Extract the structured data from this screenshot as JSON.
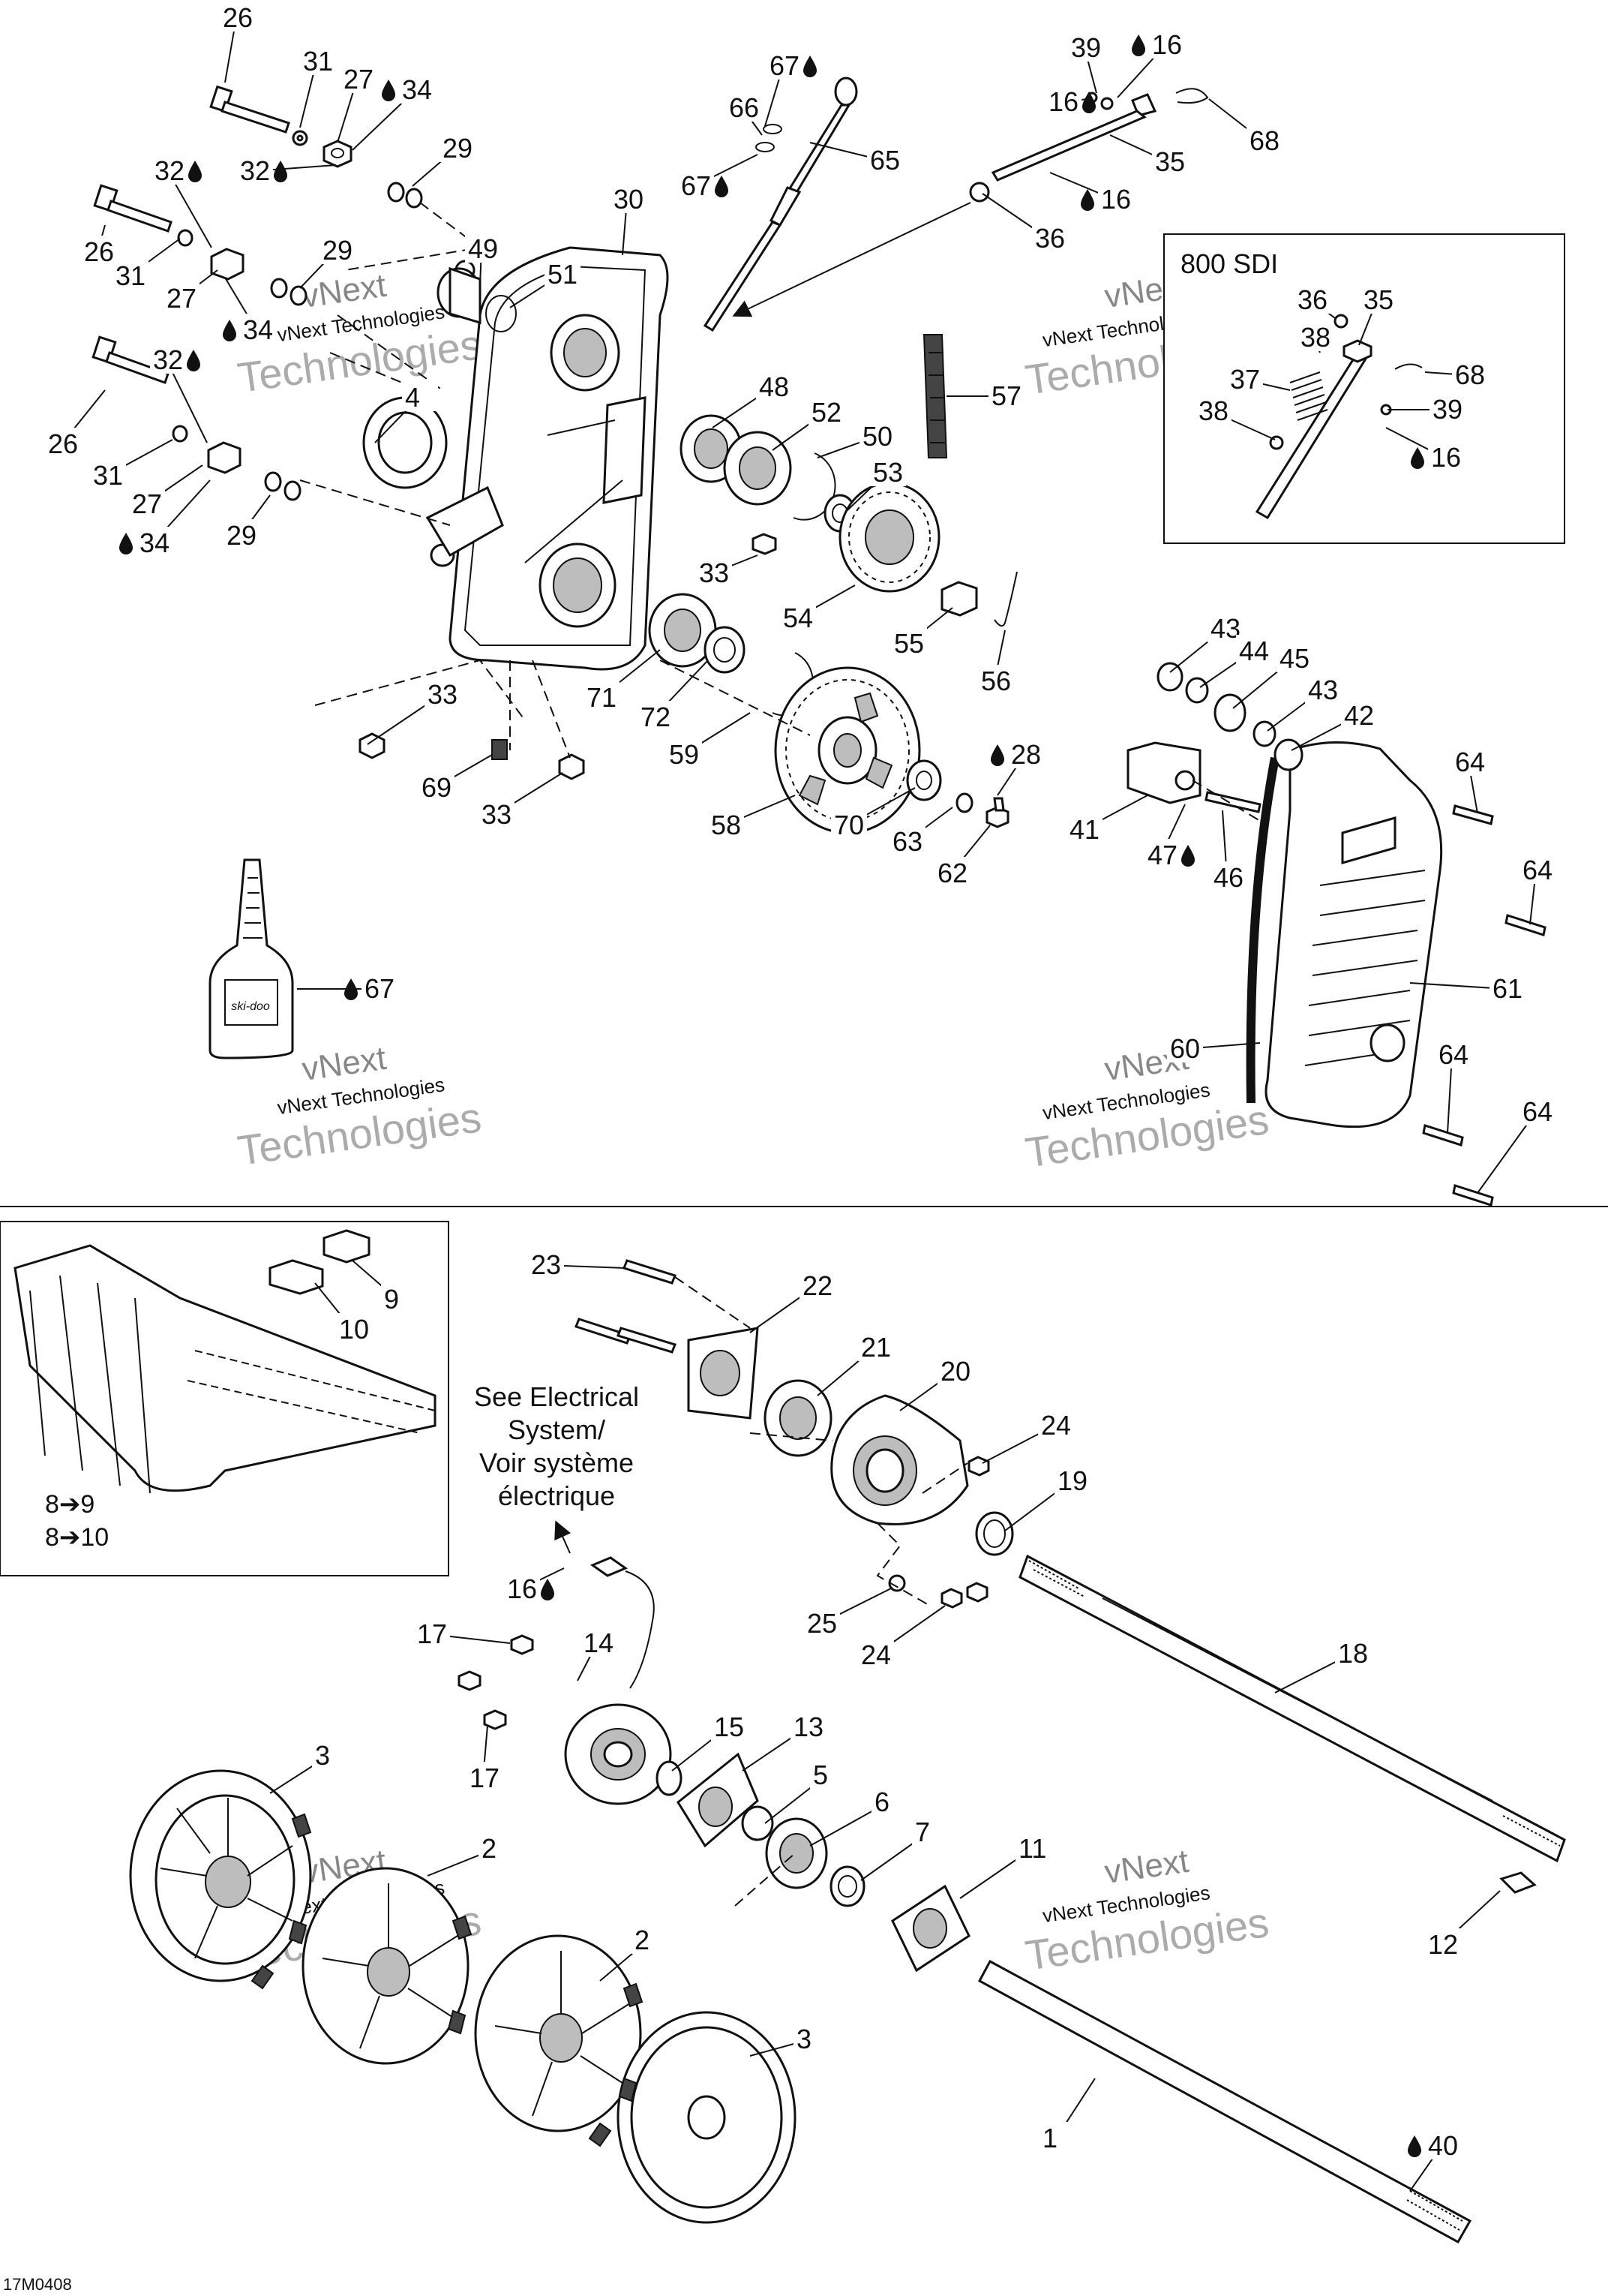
{
  "labels": {
    "l1": "1",
    "l2a": "2",
    "l2b": "2",
    "l3a": "3",
    "l3b": "3",
    "l4": "4",
    "l5": "5",
    "l6": "6",
    "l7": "7",
    "l8a": "8",
    "l8b": "8",
    "l9": "9",
    "l9b": "9",
    "l10": "10",
    "l10b": "10",
    "l11": "11",
    "l12": "12",
    "l13": "13",
    "l14": "14",
    "l15": "15",
    "l16a": "16",
    "l16b": "16",
    "l16c": "16",
    "l16d": "16",
    "l16e": "16",
    "l17a": "17",
    "l17b": "17",
    "l18": "18",
    "l19": "19",
    "l20": "20",
    "l21": "21",
    "l22": "22",
    "l23": "23",
    "l24a": "24",
    "l24b": "24",
    "l25": "25",
    "l26a": "26",
    "l26b": "26",
    "l26c": "26",
    "l27a": "27",
    "l27b": "27",
    "l27c": "27",
    "l28": "28",
    "l29a": "29",
    "l29b": "29",
    "l29c": "29",
    "l30": "30",
    "l31a": "31",
    "l31b": "31",
    "l31c": "31",
    "l32a": "32",
    "l32b": "32",
    "l32c": "32",
    "l33a": "33",
    "l33b": "33",
    "l33c": "33",
    "l34a": "34",
    "l34b": "34",
    "l34c": "34",
    "l35a": "35",
    "l35b": "35",
    "l36a": "36",
    "l36b": "36",
    "l37": "37",
    "l38a": "38",
    "l38b": "38",
    "l39a": "39",
    "l39b": "39",
    "l40": "40",
    "l41": "41",
    "l42": "42",
    "l43a": "43",
    "l43b": "43",
    "l44": "44",
    "l45": "45",
    "l46": "46",
    "l47": "47",
    "l48": "48",
    "l49": "49",
    "l50": "50",
    "l51": "51",
    "l52": "52",
    "l53": "53",
    "l54": "54",
    "l55": "55",
    "l56": "56",
    "l57": "57",
    "l58": "58",
    "l59": "59",
    "l60": "60",
    "l61": "61",
    "l62": "62",
    "l63": "63",
    "l64a": "64",
    "l64b": "64",
    "l64c": "64",
    "l64d": "64",
    "l65": "65",
    "l66": "66",
    "l67a": "67",
    "l67b": "67",
    "l67c": "67",
    "l68a": "68",
    "l68b": "68",
    "l69": "69",
    "l70": "70",
    "l71": "71",
    "l72": "72"
  },
  "inset_title": "800 SDI",
  "electrical_note": [
    "See Electrical",
    "System/",
    "Voir système",
    "électrique"
  ],
  "track_refs": [
    "8➔9",
    "8➔10"
  ],
  "bottle_brand": "ski-doo",
  "watermark": [
    "vNext",
    "vNext Technologies",
    "Technologies"
  ],
  "figure_code": "17M0408"
}
